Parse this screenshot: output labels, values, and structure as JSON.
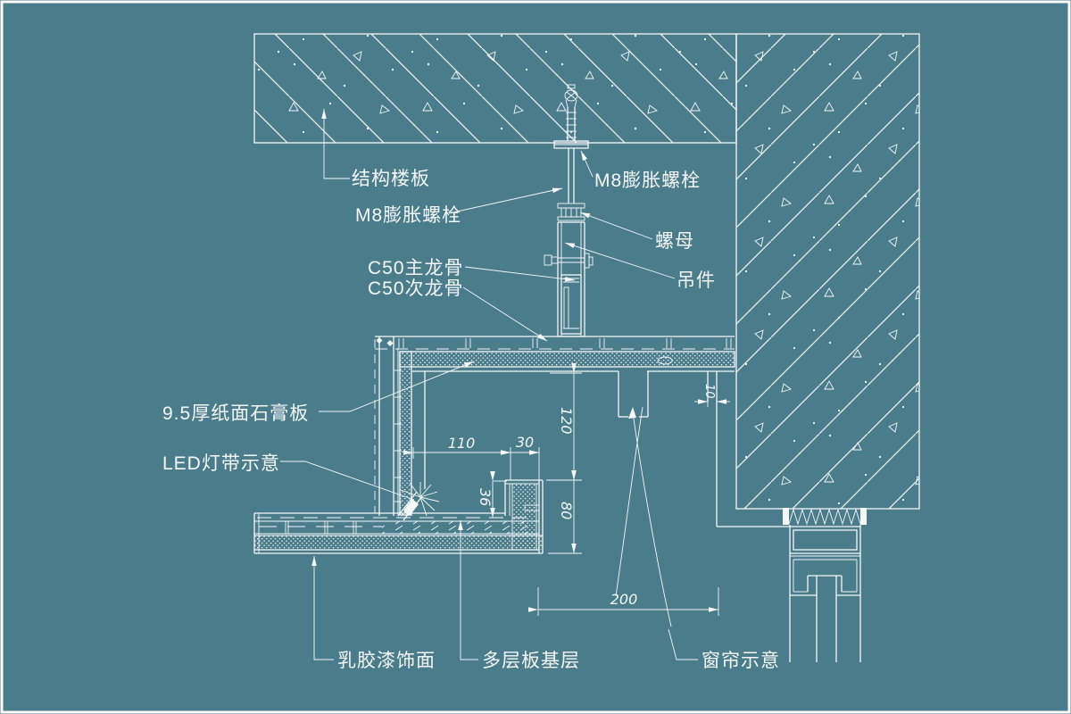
{
  "drawing": {
    "type": "ceiling-construction-detail",
    "colors": {
      "background": "#4A7C8B",
      "line": "#F4F8F8"
    }
  },
  "labels": {
    "structural_slab": "结构楼板",
    "m8_anchor_left": "M8膨胀螺栓",
    "m8_anchor_right": "M8膨胀螺栓",
    "nut": "螺母",
    "hanger": "吊件",
    "c50_main_runner": "C50主龙骨",
    "c50_cross_runner": "C50次龙骨",
    "gypsum_board": "9.5厚纸面石膏板",
    "led_strip": "LED灯带示意",
    "latex_paint_finish": "乳胶漆饰面",
    "plywood_base": "多层板基层",
    "curtain": "窗帘示意"
  },
  "dimensions": {
    "d110": "110",
    "d30": "30",
    "d120": "120",
    "d36": "36",
    "d80": "80",
    "d10": "10",
    "d200": "200"
  }
}
